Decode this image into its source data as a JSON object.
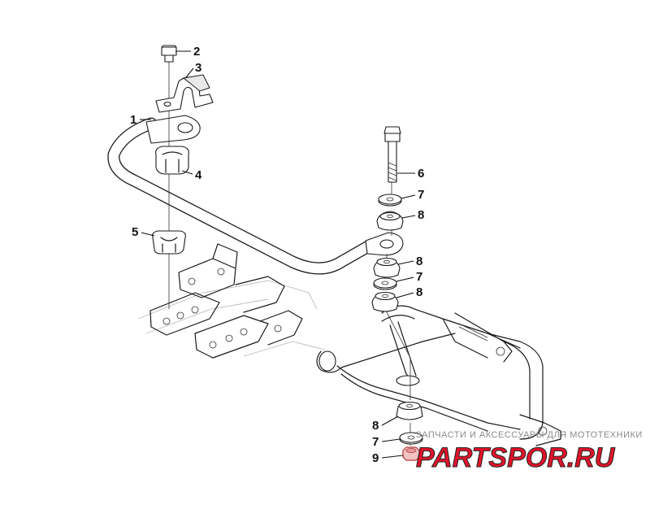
{
  "diagram": {
    "callouts": {
      "c1": "1",
      "c2": "2",
      "c3": "3",
      "c4": "4",
      "c5": "5",
      "c6": "6",
      "c7a": "7",
      "c8a": "8",
      "c8b": "8",
      "c7b": "7",
      "c8c": "8",
      "c8d": "8",
      "c7c": "7",
      "c9": "9"
    }
  },
  "watermark": {
    "caption": "ЗАПЧАСТИ И АКСЕССУАРЫ ДЛЯ МОТОТЕХНИКИ",
    "logo": "PARTSPOR.RU",
    "logo_color": "#e0142a",
    "logo_outline": "#222222"
  }
}
